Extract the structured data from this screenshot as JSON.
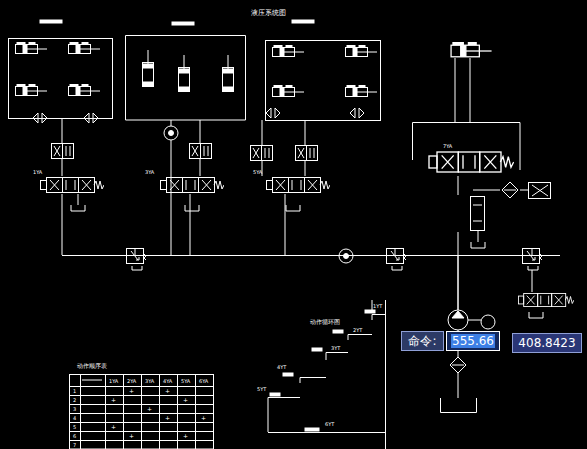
{
  "diagram": {
    "title": "液压系统图",
    "nodes": [
      {
        "text": [
          "命令:"
        ]
      },
      {
        "text": [
          "555.66"
        ]
      },
      {
        "text": [
          "408.8423"
        ]
      }
    ],
    "labels": [
      "动作顺序表",
      "动作循环图",
      "1YA",
      "2YA",
      "3YA",
      "4YA",
      "5YA",
      "6YA",
      "1",
      "2",
      "3",
      "4",
      "5",
      "6",
      "7",
      "+",
      "+",
      "+",
      "+",
      "+",
      "+",
      "+",
      "+",
      "+",
      "+",
      "1YT",
      "2YT",
      "3YT",
      "4YT",
      "5YT",
      "6YT",
      "1YA",
      "3YA",
      "5YA",
      "7YA"
    ]
  }
}
